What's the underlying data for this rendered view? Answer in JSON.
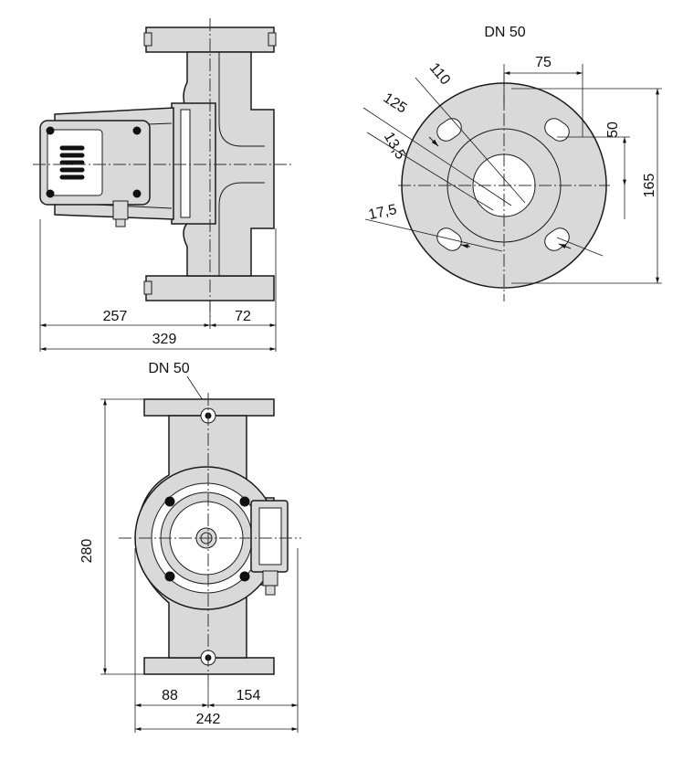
{
  "side_view": {
    "dim_left": "257",
    "dim_right": "72",
    "dim_total": "329"
  },
  "flange_view": {
    "title": "DN 50",
    "dim_110": "110",
    "dim_125": "125",
    "dim_13_5": "13,5",
    "dim_17_5": "17,5",
    "dim_75": "75",
    "dim_50": "50",
    "dim_165": "165"
  },
  "front_view": {
    "title": "DN 50",
    "dim_height": "280",
    "dim_left": "88",
    "dim_right": "154",
    "dim_total": "242"
  }
}
